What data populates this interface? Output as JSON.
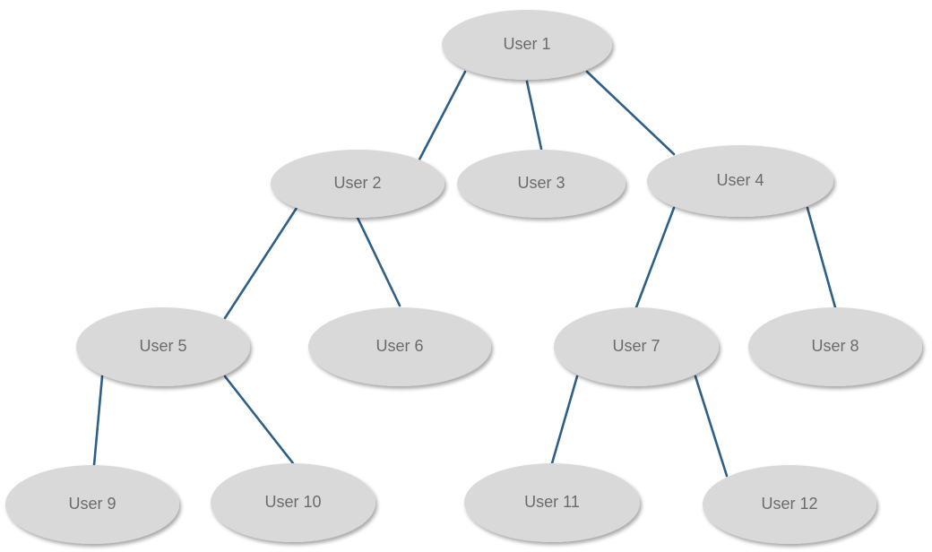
{
  "colors": {
    "node_fill": "#d9d9d9",
    "node_text": "#6b6b6b",
    "edge": "#2e5f86",
    "background": "#ffffff"
  },
  "nodes": [
    {
      "id": "u1",
      "label": "User 1"
    },
    {
      "id": "u2",
      "label": "User 2"
    },
    {
      "id": "u3",
      "label": "User 3"
    },
    {
      "id": "u4",
      "label": "User 4"
    },
    {
      "id": "u5",
      "label": "User 5"
    },
    {
      "id": "u6",
      "label": "User 6"
    },
    {
      "id": "u7",
      "label": "User 7"
    },
    {
      "id": "u8",
      "label": "User 8"
    },
    {
      "id": "u9",
      "label": "User 9"
    },
    {
      "id": "u10",
      "label": "User 10"
    },
    {
      "id": "u11",
      "label": "User 11"
    },
    {
      "id": "u12",
      "label": "User 12"
    }
  ],
  "edges": [
    {
      "from": "u1",
      "to": "u2"
    },
    {
      "from": "u1",
      "to": "u3"
    },
    {
      "from": "u1",
      "to": "u4"
    },
    {
      "from": "u2",
      "to": "u5"
    },
    {
      "from": "u2",
      "to": "u6"
    },
    {
      "from": "u4",
      "to": "u7"
    },
    {
      "from": "u4",
      "to": "u8"
    },
    {
      "from": "u5",
      "to": "u9"
    },
    {
      "from": "u5",
      "to": "u10"
    },
    {
      "from": "u7",
      "to": "u11"
    },
    {
      "from": "u7",
      "to": "u12"
    }
  ]
}
